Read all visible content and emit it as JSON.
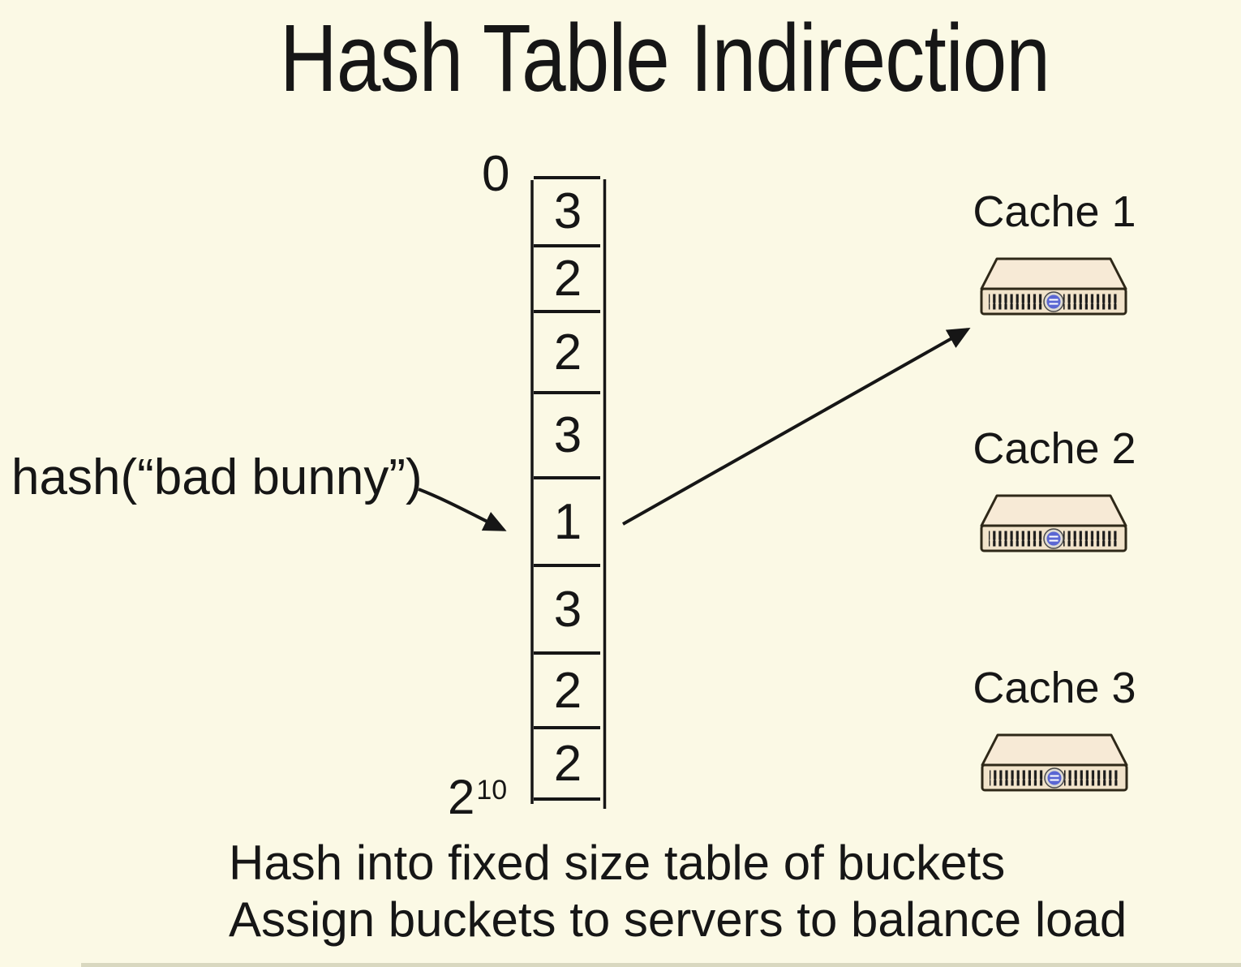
{
  "slide": {
    "title": "Hash Table Indirection",
    "hash_label": "hash(“bad bunny”)",
    "bucket_table": {
      "top_index_label": "0",
      "bottom_index_base": "2",
      "bottom_index_exponent": "10",
      "cells": [
        "3",
        "2",
        "2",
        "3",
        "1",
        "3",
        "2",
        "2"
      ]
    },
    "caches": [
      {
        "label": "Cache 1"
      },
      {
        "label": "Cache 2"
      },
      {
        "label": "Cache 3"
      }
    ],
    "notes": [
      "Hash into fixed size table of buckets",
      "Assign buckets to servers to balance load"
    ]
  },
  "colors": {
    "background": "#fbf9e5",
    "ink": "#161616",
    "server_top": "#f7ead6",
    "server_front": "#f1e3ca",
    "server_outline": "#2e2818",
    "button_inner": "#5b67d3"
  }
}
